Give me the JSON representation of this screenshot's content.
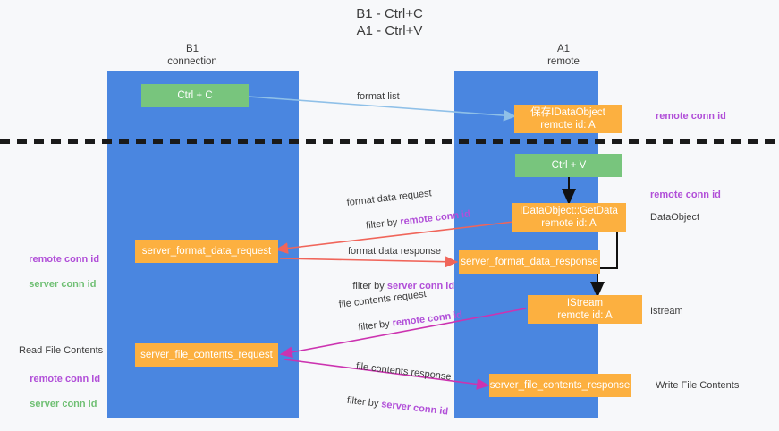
{
  "title": "B1 - Ctrl+C\nA1 - Ctrl+V",
  "colors": {
    "lane": "#4a86e0",
    "green_node": "#78c57d",
    "orange_node": "#fcb040",
    "remote_conn_id": "#b14fd8",
    "server_conn_id": "#6fbf73",
    "arrow_blue": "#8fc0e8",
    "arrow_red": "#f0655a",
    "arrow_magenta": "#cc33b0",
    "arrow_black": "#111111",
    "background": "#f7f8fa"
  },
  "lanes": [
    {
      "name": "B1",
      "sub": "connection",
      "title": "B1\nconnection"
    },
    {
      "name": "A1",
      "sub": "remote",
      "title": "A1\nremote"
    }
  ],
  "nodes": [
    {
      "id": "ctrl-c",
      "label": "Ctrl + C",
      "color": "green"
    },
    {
      "id": "save-idataobject",
      "label": "保存IDataObject\nremote id: A",
      "color": "orange"
    },
    {
      "id": "ctrl-v",
      "label": "Ctrl + V",
      "color": "green"
    },
    {
      "id": "getdata",
      "label": "IDataObject::GetData\nremote id: A",
      "color": "orange"
    },
    {
      "id": "server-format-data-request",
      "label": "server_format_data_request",
      "color": "orange"
    },
    {
      "id": "server-format-data-response",
      "label": "server_format_data_response",
      "color": "orange"
    },
    {
      "id": "istream",
      "label": "IStream\nremote id: A",
      "color": "orange"
    },
    {
      "id": "server-file-contents-request",
      "label": "server_file_contents_request",
      "color": "orange"
    },
    {
      "id": "server-file-contents-response",
      "label": "server_file_contents_response",
      "color": "orange"
    }
  ],
  "edge_labels": {
    "format_list": "format list",
    "format_data_request": "format data request",
    "format_data_response": "format data response",
    "file_contents_request": "file contents request",
    "file_contents_response": "file contents response",
    "filter_by": "filter by ",
    "remote_conn_id": "remote conn id",
    "server_conn_id": "server conn id"
  },
  "right_labels": [
    {
      "id": "remote-conn-id-top",
      "text": "remote conn id",
      "tone": "purple"
    },
    {
      "id": "remote-conn-id-mid",
      "text": "remote conn id",
      "tone": "purple"
    },
    {
      "id": "dataobject",
      "text": "DataObject",
      "tone": "dark"
    },
    {
      "id": "istream",
      "text": "Istream",
      "tone": "dark"
    },
    {
      "id": "write-file-contents",
      "text": "Write File Contents",
      "tone": "dark"
    }
  ],
  "left_labels": [
    {
      "id": "conn-ids-mid",
      "purple": "remote conn id",
      "green": "server conn id"
    },
    {
      "id": "read-file-contents",
      "text": "Read File Contents"
    },
    {
      "id": "conn-ids-bottom",
      "purple": "remote conn id",
      "green": "server conn id"
    }
  ]
}
